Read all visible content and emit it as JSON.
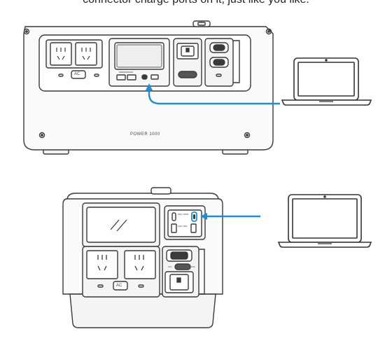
{
  "caption": "connector charge ports on it, just like you like.",
  "station1": {
    "brand": "POWER 1000",
    "outlet_label": "AC"
  },
  "station2": {
    "outlet_label": "AC",
    "usb_label_1": "MAX 100W",
    "usb_label_2": "MAX 18W",
    "toggle_left": "12V",
    "toggle_right": "OFF"
  },
  "colors": {
    "arrow": "#1f8fd1",
    "line": "#3a3a3a",
    "panel": "#ffffff",
    "fill": "#f4f4f4"
  },
  "icons": [
    "laptop-icon",
    "laptop-icon",
    "arrow-icon",
    "arrow-icon"
  ]
}
